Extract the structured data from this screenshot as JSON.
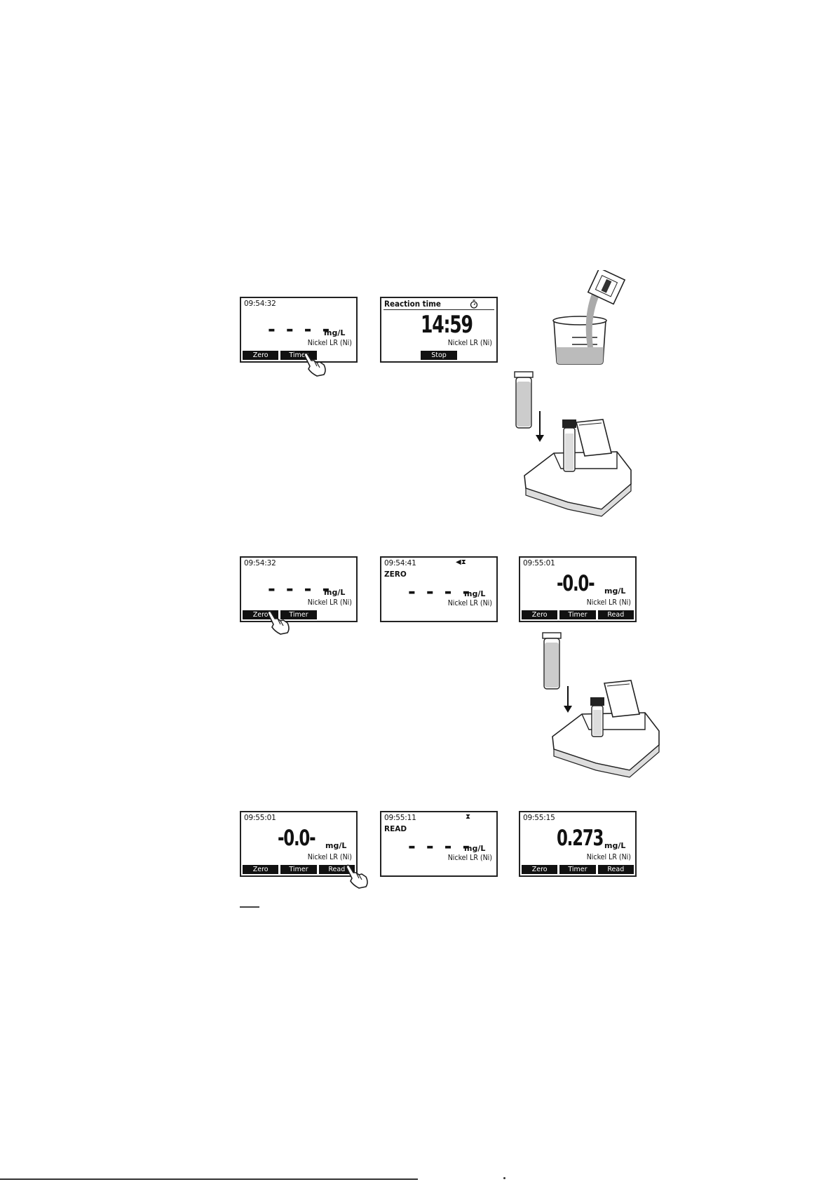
{
  "screen_idle_1": {
    "time": "09:54:32",
    "dashes": "- - - -",
    "unit": "mg/L",
    "parameter": "Nickel LR (Ni)",
    "keys": [
      "Zero",
      "Timer",
      ""
    ]
  },
  "screen_reaction": {
    "title": "Reaction time",
    "countdown": "14:59",
    "parameter": "Nickel LR (Ni)",
    "keys": [
      "",
      "Stop",
      ""
    ]
  },
  "screen_idle_2": {
    "time": "09:54:32",
    "dashes": "- - - -",
    "unit": "mg/L",
    "parameter": "Nickel LR (Ni)",
    "keys": [
      "Zero",
      "Timer",
      ""
    ]
  },
  "screen_zeroing": {
    "time": "09:54:41",
    "mode": "ZERO",
    "status_icons": "◀⧗",
    "dashes": "- - - -",
    "unit": "mg/L",
    "parameter": "Nickel LR (Ni)"
  },
  "screen_zeroed": {
    "time": "09:55:01",
    "value": "-0.0-",
    "unit": "mg/L",
    "parameter": "Nickel LR (Ni)",
    "keys": [
      "Zero",
      "Timer",
      "Read"
    ]
  },
  "screen_zeroed_2": {
    "time": "09:55:01",
    "value": "-0.0-",
    "unit": "mg/L",
    "parameter": "Nickel LR (Ni)",
    "keys": [
      "Zero",
      "Timer",
      "Read"
    ]
  },
  "screen_reading": {
    "time": "09:55:11",
    "mode": "READ",
    "status_icons": "⧗",
    "dashes": "- - - -",
    "unit": "mg/L",
    "parameter": "Nickel LR (Ni)"
  },
  "screen_result": {
    "time": "09:55:15",
    "value": "0.273",
    "unit": "mg/L",
    "parameter": "Nickel LR (Ni)",
    "keys": [
      "Zero",
      "Timer",
      "Read"
    ]
  },
  "icons": [
    "pointing-hand-icon",
    "stopwatch-icon",
    "speaker-icon",
    "hourglass-icon",
    "down-arrow-icon"
  ]
}
